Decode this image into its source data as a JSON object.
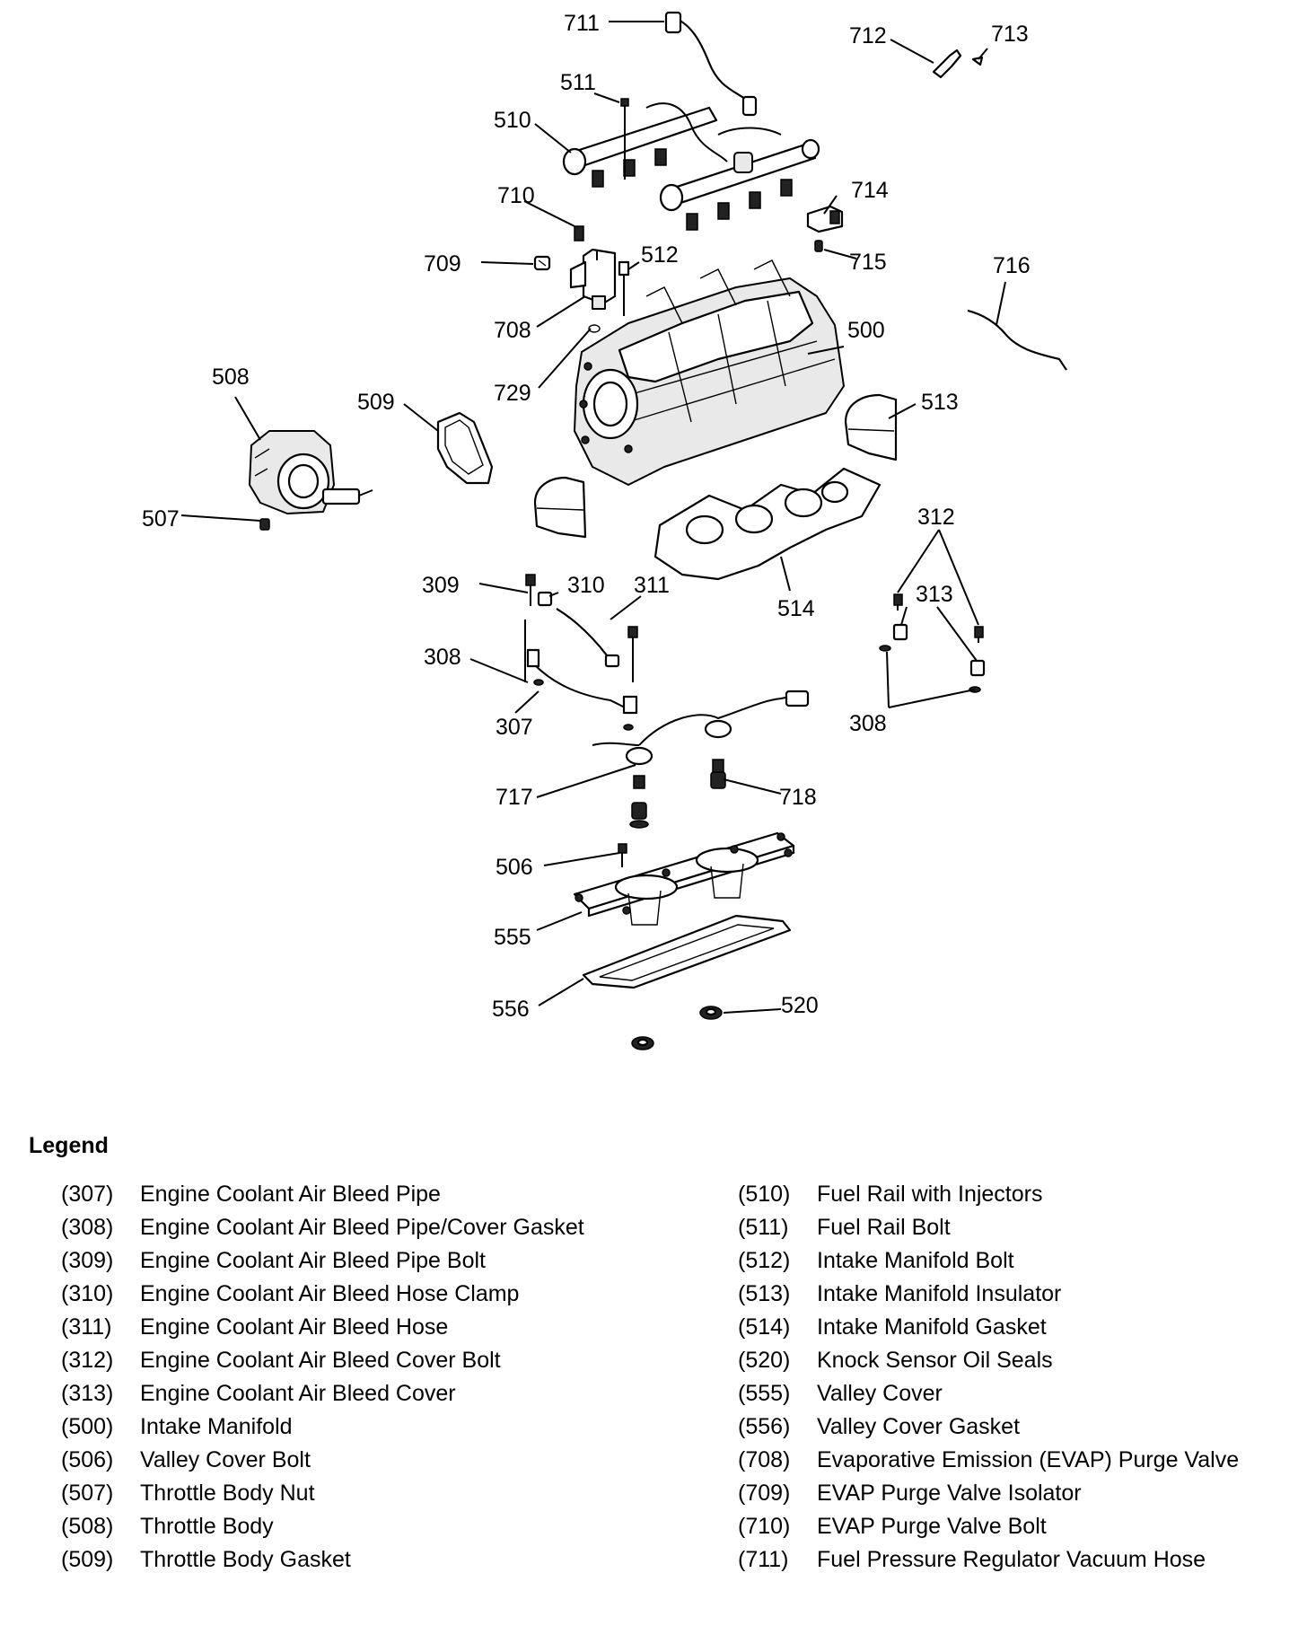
{
  "callouts": [
    {
      "id": "307",
      "text": "307"
    },
    {
      "id": "308a",
      "text": "308"
    },
    {
      "id": "308b",
      "text": "308"
    },
    {
      "id": "309",
      "text": "309"
    },
    {
      "id": "310",
      "text": "310"
    },
    {
      "id": "311",
      "text": "311"
    },
    {
      "id": "312",
      "text": "312"
    },
    {
      "id": "313",
      "text": "313"
    },
    {
      "id": "500",
      "text": "500"
    },
    {
      "id": "506",
      "text": "506"
    },
    {
      "id": "507",
      "text": "507"
    },
    {
      "id": "508",
      "text": "508"
    },
    {
      "id": "509",
      "text": "509"
    },
    {
      "id": "510",
      "text": "510"
    },
    {
      "id": "511",
      "text": "511"
    },
    {
      "id": "512",
      "text": "512"
    },
    {
      "id": "513",
      "text": "513"
    },
    {
      "id": "514",
      "text": "514"
    },
    {
      "id": "520",
      "text": "520"
    },
    {
      "id": "555",
      "text": "555"
    },
    {
      "id": "556",
      "text": "556"
    },
    {
      "id": "708",
      "text": "708"
    },
    {
      "id": "709",
      "text": "709"
    },
    {
      "id": "710",
      "text": "710"
    },
    {
      "id": "711",
      "text": "711"
    },
    {
      "id": "712",
      "text": "712"
    },
    {
      "id": "713",
      "text": "713"
    },
    {
      "id": "714",
      "text": "714"
    },
    {
      "id": "715",
      "text": "715"
    },
    {
      "id": "716",
      "text": "716"
    },
    {
      "id": "717",
      "text": "717"
    },
    {
      "id": "718",
      "text": "718"
    },
    {
      "id": "729",
      "text": "729"
    }
  ],
  "legend": {
    "title": "Legend",
    "left": [
      {
        "num": "(307)",
        "label": "Engine Coolant Air Bleed Pipe"
      },
      {
        "num": "(308)",
        "label": "Engine Coolant Air Bleed Pipe/Cover Gasket"
      },
      {
        "num": "(309)",
        "label": "Engine Coolant Air Bleed Pipe Bolt"
      },
      {
        "num": "(310)",
        "label": "Engine Coolant Air Bleed Hose Clamp"
      },
      {
        "num": "(311)",
        "label": "Engine Coolant Air Bleed Hose"
      },
      {
        "num": "(312)",
        "label": "Engine Coolant Air Bleed Cover Bolt"
      },
      {
        "num": "(313)",
        "label": "Engine Coolant Air Bleed Cover"
      },
      {
        "num": "(500)",
        "label": "Intake Manifold"
      },
      {
        "num": "(506)",
        "label": "Valley Cover Bolt"
      },
      {
        "num": "(507)",
        "label": "Throttle Body Nut"
      },
      {
        "num": "(508)",
        "label": "Throttle Body"
      },
      {
        "num": "(509)",
        "label": "Throttle Body Gasket"
      }
    ],
    "right": [
      {
        "num": "(510)",
        "label": "Fuel Rail with Injectors"
      },
      {
        "num": "(511)",
        "label": "Fuel Rail Bolt"
      },
      {
        "num": "(512)",
        "label": "Intake Manifold Bolt"
      },
      {
        "num": "(513)",
        "label": "Intake Manifold Insulator"
      },
      {
        "num": "(514)",
        "label": "Intake Manifold Gasket"
      },
      {
        "num": "(520)",
        "label": "Knock Sensor Oil Seals"
      },
      {
        "num": "(555)",
        "label": "Valley Cover"
      },
      {
        "num": "(556)",
        "label": "Valley Cover Gasket"
      },
      {
        "num": "(708)",
        "label": "Evaporative Emission (EVAP) Purge Valve"
      },
      {
        "num": "(709)",
        "label": "EVAP Purge Valve Isolator"
      },
      {
        "num": "(710)",
        "label": "EVAP Purge Valve Bolt"
      },
      {
        "num": "(711)",
        "label": "Fuel Pressure Regulator Vacuum Hose"
      }
    ]
  }
}
